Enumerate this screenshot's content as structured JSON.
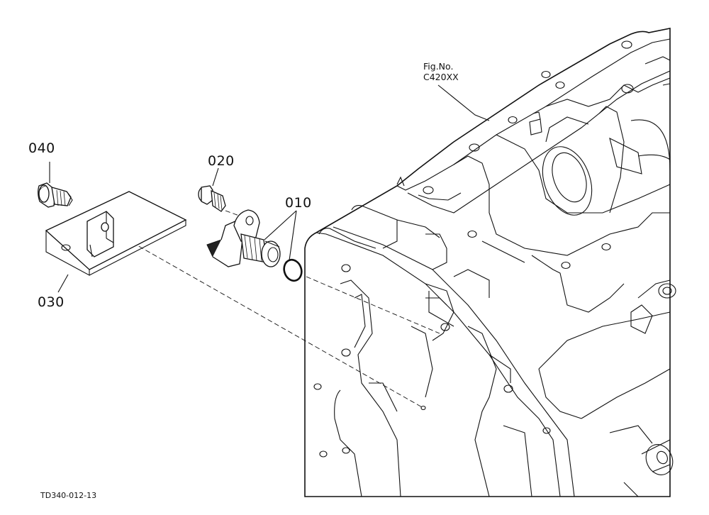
{
  "figure": {
    "reference_line1": "Fig.No.",
    "reference_line2": "C420XX",
    "drawing_number": "TD340-012-13"
  },
  "parts": [
    {
      "number": "010",
      "description_icon": "o-ring-and-speed-sensor"
    },
    {
      "number": "020",
      "description_icon": "bolt-icon"
    },
    {
      "number": "030",
      "description_icon": "bracket-plate-icon"
    },
    {
      "number": "040",
      "description_icon": "bolt-icon"
    }
  ],
  "colors": {
    "line": "#111111",
    "background": "#ffffff"
  }
}
